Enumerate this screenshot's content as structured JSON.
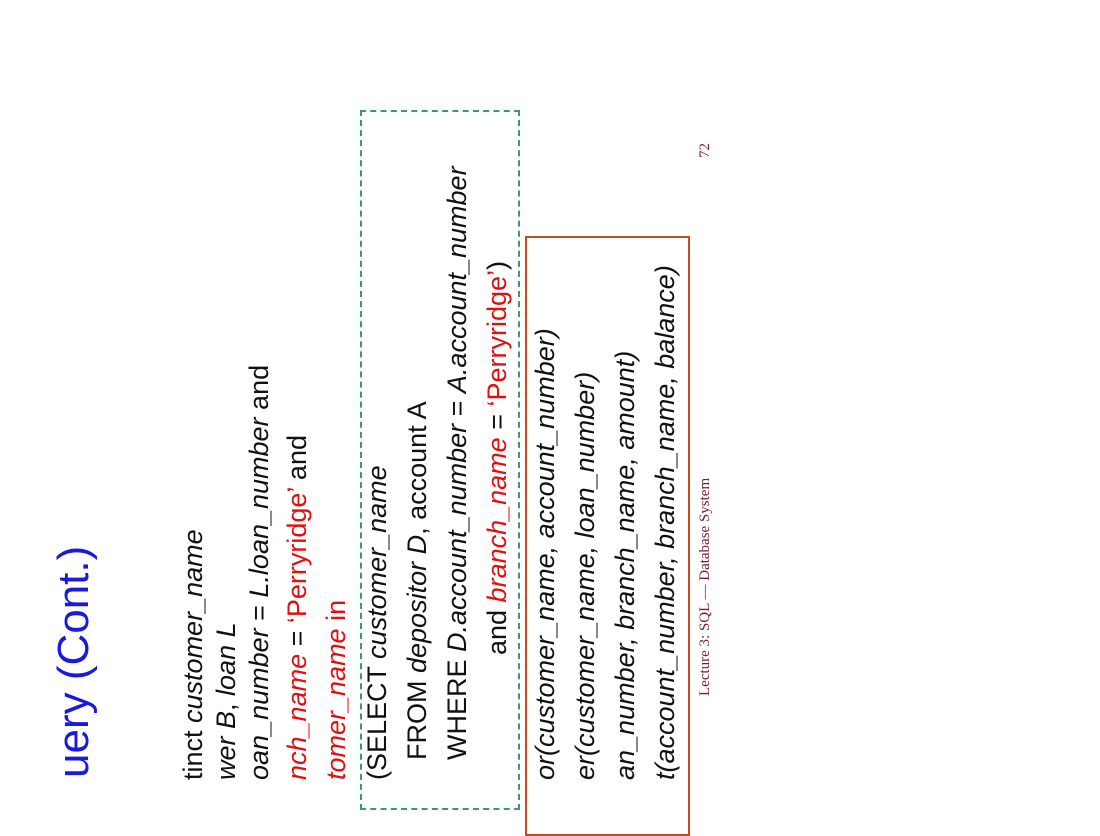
{
  "slide": {
    "title": "uery (Cont.)",
    "footer": "Lecture 3: SQL — Database System",
    "page_number": "72"
  },
  "query": {
    "line1": {
      "prefix": "tinct ",
      "field": "customer_name"
    },
    "line2": {
      "table_b": "wer B",
      "sep": ", ",
      "table_l": "loan L"
    },
    "line3": {
      "left": "oan_number",
      "eq": " = ",
      "right": "L.loan_number",
      "tail": " and"
    },
    "line4": {
      "field": "nch_name",
      "eq": " = ",
      "value": "‘Perryridge’",
      "tail": " and"
    },
    "line5": {
      "field": "tomer_name",
      "kw": " in"
    }
  },
  "subquery": {
    "select_kw": "(SELECT ",
    "select_field": "customer_name",
    "from_kw": "FROM ",
    "from_table": "depositor D",
    "from_rest": ", account A",
    "where_kw": "WHERE ",
    "where_left": "D.account_number",
    "where_eq": " = ",
    "where_right": "A.account_number",
    "and_kw": "and ",
    "and_field": "branch_name",
    "and_eq": " = ",
    "and_value": "‘Perryridge’",
    "close": ")"
  },
  "schemas": [
    "or(customer_name, account_number)",
    "er(customer_name, loan_number)",
    "an_number, branch_name, amount)",
    "t(account_number, branch_name, balance)"
  ]
}
